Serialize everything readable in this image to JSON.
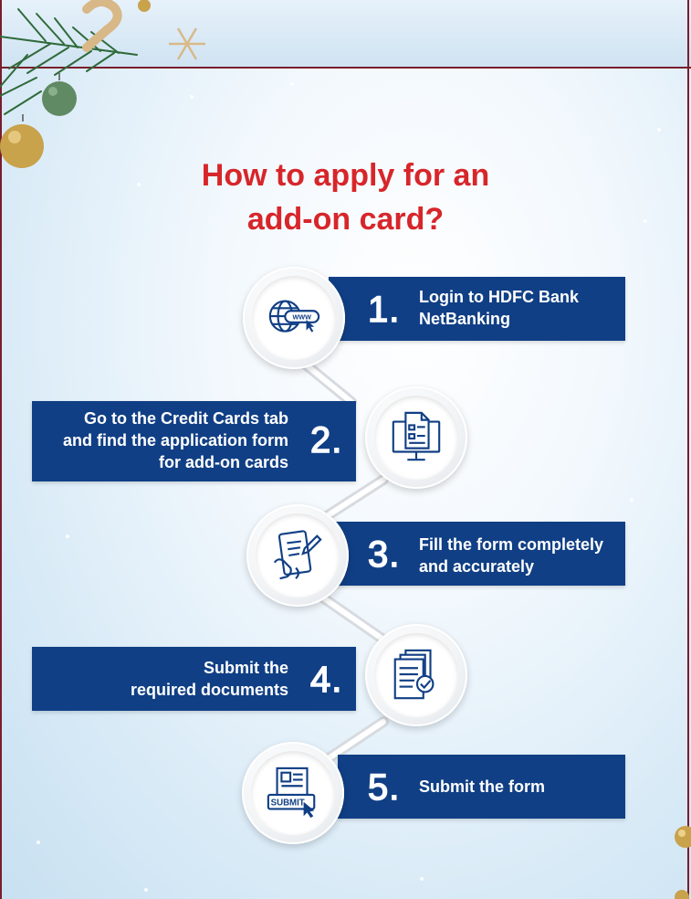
{
  "title": {
    "line1": "How to apply for an",
    "line2": "add-on card?"
  },
  "colors": {
    "title_red": "#d7262a",
    "banner_blue": "#103f85",
    "icon_blue": "#103f85",
    "frame_maroon": "#7a1d2c"
  },
  "steps": [
    {
      "number": "1.",
      "text_lines": [
        "Login to HDFC Bank",
        "NetBanking"
      ],
      "icon": "globe-www-icon"
    },
    {
      "number": "2.",
      "text_lines": [
        "Go to the Credit Cards tab",
        "and find the application form",
        "for add-on cards"
      ],
      "icon": "monitor-form-icon"
    },
    {
      "number": "3.",
      "text_lines": [
        "Fill the form completely",
        "and accurately"
      ],
      "icon": "tablet-pen-icon"
    },
    {
      "number": "4.",
      "text_lines": [
        "Submit the",
        "required documents"
      ],
      "icon": "documents-check-icon"
    },
    {
      "number": "5.",
      "text_lines": [
        "Submit the form"
      ],
      "icon": "submit-form-icon",
      "icon_label": "SUBMIT"
    }
  ],
  "icons": {
    "www_label": "WWW"
  }
}
